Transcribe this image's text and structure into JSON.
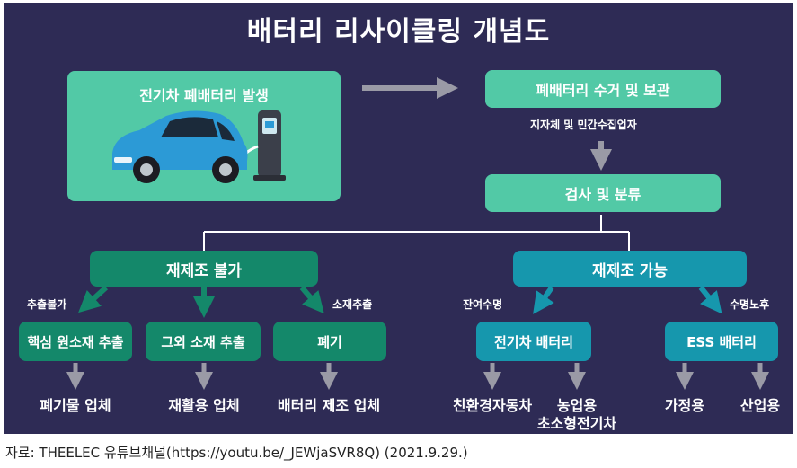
{
  "title": "배터리 리사이클링 개념도",
  "ev_box": {
    "label": "전기차 폐배터리 발생"
  },
  "collect": {
    "label": "폐배터리 수거 및 보관"
  },
  "collectors": "지자체 및 민간수집업자",
  "inspect": {
    "label": "검사 및 분류"
  },
  "not_reman": {
    "label": "재제조 불가"
  },
  "reman": {
    "label": "재제조 가능"
  },
  "edge_labels": {
    "extract_impossible": "추출불가",
    "material_extract": "소재추출",
    "remaining_life": "잔여수명",
    "life_aged": "수명노후"
  },
  "leaves": {
    "core_material": "핵심 원소재 추출",
    "other_material": "그외 소재 추출",
    "disposal": "폐기",
    "ev_battery": "전기차 배터리",
    "ess_battery": "ESS 배터리"
  },
  "outputs": {
    "waste_company": "폐기물 업체",
    "recycle_company": "재활용 업체",
    "battery_maker": "배터리 제조 업체",
    "eco_car": "친환경자동차",
    "agri_line1": "농업용",
    "agri_line2": "초소형전기차",
    "home": "가정용",
    "industry": "산업용"
  },
  "source": "자료: THEELEC 유튜브채널(https://youtu.be/_JEWjaSVR8Q) (2021.9.29.)",
  "colors": {
    "background": "#2e2b55",
    "mint": "#52c9a6",
    "green": "#14886a",
    "teal": "#1697ad",
    "arrow": "#9a9aa6",
    "car": "#2c9ad6"
  }
}
